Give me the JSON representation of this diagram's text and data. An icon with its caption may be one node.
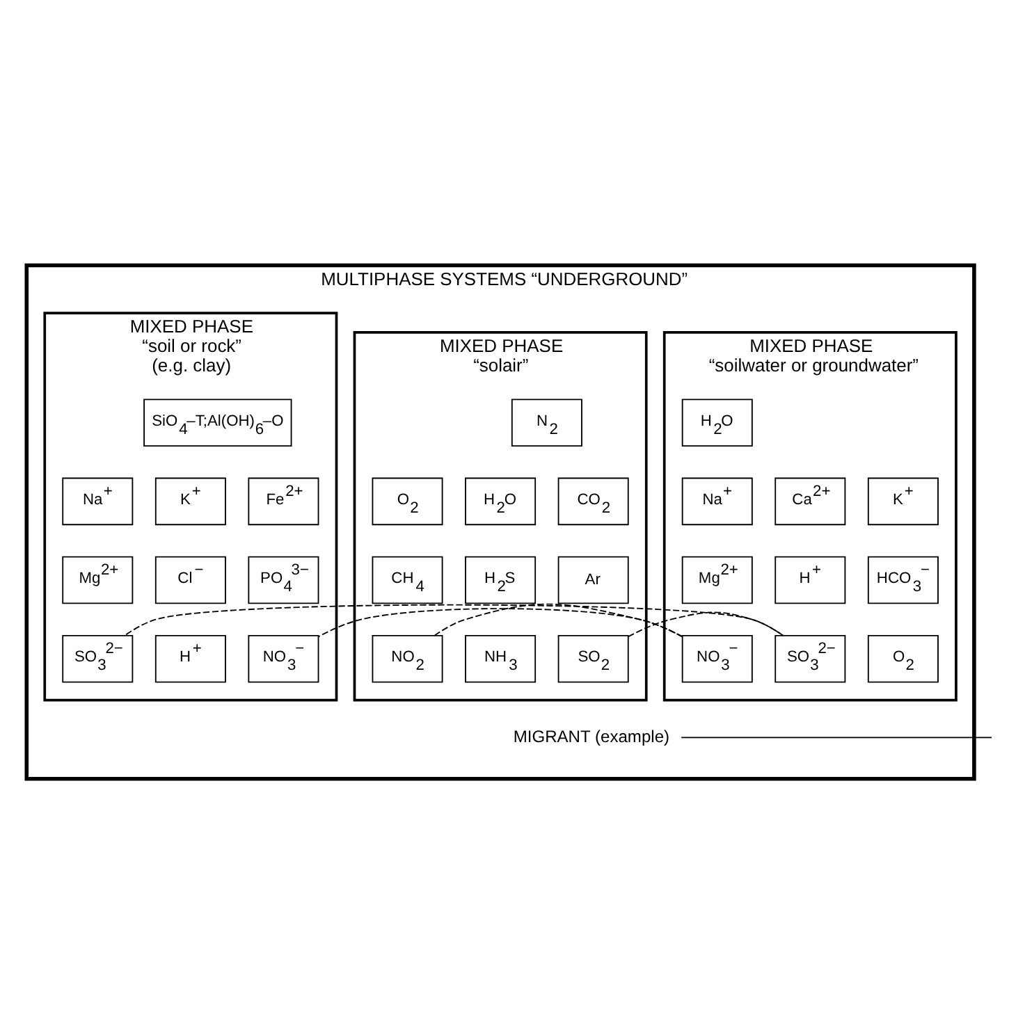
{
  "diagram": {
    "nodes": [
      {
        "text": [
          "MULTIPHASE SYSTEMS “UNDERGROUND”"
        ]
      },
      {
        "text": [
          "MIXED PHASE",
          "“solair”"
        ],
        "in": 0
      },
      {
        "text": [
          "N$_{2}$"
        ],
        "in": 1
      },
      {
        "text": [
          "O$_{2}$"
        ],
        "in": 1
      },
      {
        "text": [
          "H$_{2}$O"
        ],
        "in": 1
      },
      {
        "text": [
          "CO$_{2}$"
        ],
        "in": 1
      },
      {
        "text": [
          "CH$_{4}$"
        ],
        "in": 1
      },
      {
        "text": [
          "H$_{2}$S"
        ],
        "in": 1
      },
      {
        "text": [
          "Ar"
        ],
        "in": 1
      },
      {
        "text": [
          "NO$_{2}$"
        ],
        "in": 1
      },
      {
        "text": [
          "NH$_{3}$"
        ],
        "in": 1
      },
      {
        "text": [
          "SO$_{2}$"
        ],
        "in": 1
      },
      {
        "text": [
          "MIXED PHASE",
          "“soilwater or groundwater”"
        ],
        "in": 0
      },
      {
        "text": [
          "H$_{2}$O"
        ],
        "in": 12
      },
      {
        "text": [
          "Na$^{+}$"
        ],
        "in": 12
      },
      {
        "text": [
          "K$^{+}$"
        ],
        "in": 12
      },
      {
        "text": [
          "Ca$^{2+}$"
        ],
        "in": 12
      },
      {
        "text": [
          "Mg$^{2+}$"
        ],
        "in": 12
      },
      {
        "text": [
          "HCO$_{3}$$^{−}$"
        ],
        "in": 12
      },
      {
        "text": [
          "H$^{+}$"
        ],
        "in": 12
      },
      {
        "text": [
          "NO$_{3}$$^{−}$"
        ],
        "in": 12
      },
      {
        "text": [
          "O$_{2}$"
        ],
        "in": 12
      },
      {
        "text": [
          "SO$_{3}$$^{2−}$"
        ],
        "in": 12
      },
      {
        "text": [
          "MIXED PHASE",
          "“soil or rock”",
          "(e.g. clay)"
        ],
        "in": 0
      },
      {
        "text": [
          "SiO$_{4}$–T;Al(OH)$_{6}$–O"
        ],
        "in": 23
      },
      {
        "text": [
          "Na$^{+}$"
        ],
        "in": 23
      },
      {
        "text": [
          "K$^{+}$"
        ],
        "in": 23
      },
      {
        "text": [
          "Fe$^{2+}$"
        ],
        "in": 23
      },
      {
        "text": [
          "Mg$^{2+}$"
        ],
        "in": 23
      },
      {
        "text": [
          "Cl$^{−}$"
        ],
        "in": 23
      },
      {
        "text": [
          "PO$_{4}$$^{3−}$"
        ],
        "in": 23
      },
      {
        "text": [
          "SO$_{3}$$^{2−}$"
        ],
        "in": 23
      },
      {
        "text": [
          "H$^{+}$"
        ],
        "in": 23
      },
      {
        "text": [
          "NO$_{3}$$^{−}$"
        ],
        "in": 23
      },
      {
        "text": [
          "MIGRANT (example)"
        ],
        "in": 0
      }
    ],
    "edges": [
      {
        "from": 9,
        "to": 20,
        "arrow": "none",
        "style": "dashed"
      },
      {
        "from": 20,
        "to": 33,
        "arrow": "none",
        "style": "dashed"
      },
      {
        "from": 11,
        "to": 22,
        "arrow": "none",
        "style": "dashed"
      },
      {
        "from": 22,
        "to": 31,
        "arrow": "none",
        "style": "dashed"
      },
      {
        "from": 34,
        "to": null,
        "arrow": "none"
      }
    ]
  }
}
